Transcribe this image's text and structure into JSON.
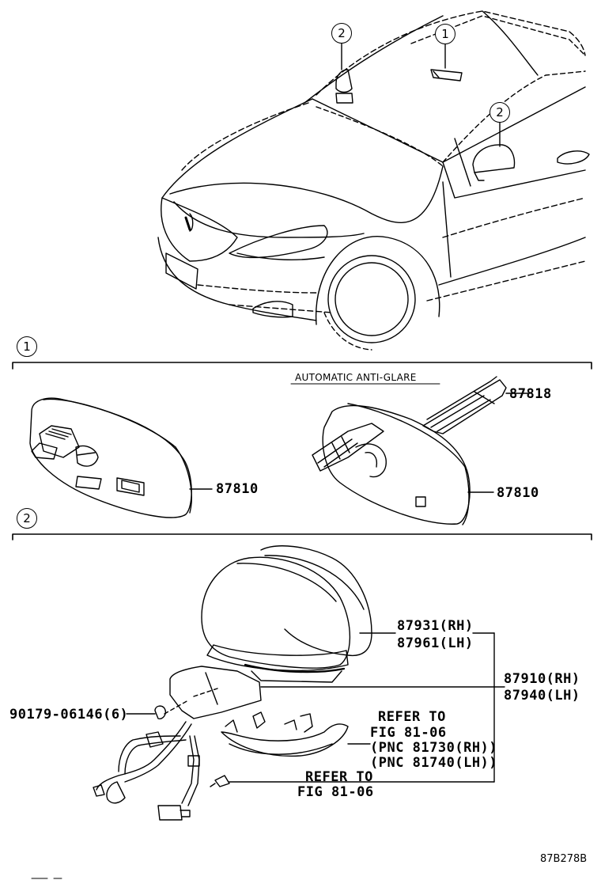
{
  "callouts": {
    "one": "1",
    "two": "2"
  },
  "section1": {
    "heading": "AUTOMATIC ANTI-GLARE",
    "parts": {
      "mirror_left": "87810",
      "mirror_right": "87810",
      "bracket_cover": "87818"
    }
  },
  "section2": {
    "parts": {
      "cover_rh": "87931(RH)",
      "cover_lh": "87961(LH)",
      "mirror_rh": "87910(RH)",
      "mirror_lh": "87940(LH)",
      "screw": "90179-06146(6)"
    },
    "refer_lamp": {
      "line1": "REFER TO",
      "line2": "FIG 81-06",
      "line3": "(PNC 81730(RH))",
      "line4": "(PNC 81740(LH))"
    },
    "refer_screw": {
      "line1": "REFER TO",
      "line2": "FIG 81-06"
    }
  },
  "figure_id": "87B278B"
}
